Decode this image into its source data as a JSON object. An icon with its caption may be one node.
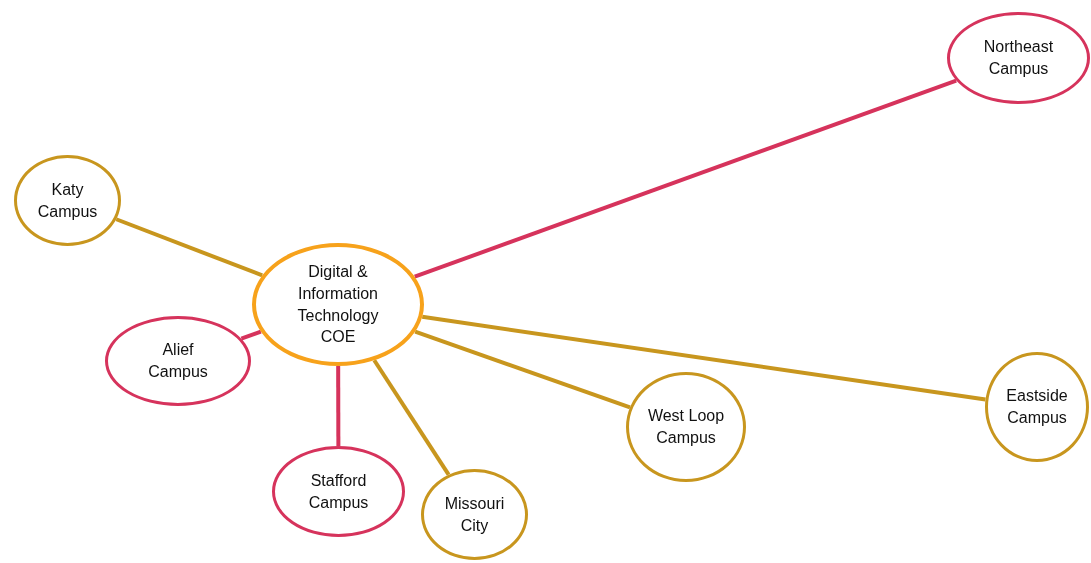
{
  "diagram": {
    "nodes": [
      {
        "text": [
          "Digital & Information Technology COE"
        ]
      },
      {
        "text": [
          "Northeast Campus"
        ]
      },
      {
        "text": [
          "Katy Campus"
        ]
      },
      {
        "text": [
          "Alief Campus"
        ]
      },
      {
        "text": [
          "Stafford Campus"
        ]
      },
      {
        "text": [
          "Missouri City"
        ]
      },
      {
        "text": [
          "West Loop Campus"
        ]
      },
      {
        "text": [
          "Eastside Campus"
        ]
      }
    ],
    "edges": [
      {
        "from": 0,
        "to": 1,
        "arrow": "none",
        "color": "#d6335c"
      },
      {
        "from": 0,
        "to": 2,
        "arrow": "none"
      },
      {
        "from": 0,
        "to": 3,
        "arrow": "none",
        "color": "#d6335c"
      },
      {
        "from": 0,
        "to": 4,
        "arrow": "none",
        "color": "#d6335c"
      },
      {
        "from": 0,
        "to": 5,
        "arrow": "none"
      },
      {
        "from": 0,
        "to": 6,
        "arrow": "none"
      },
      {
        "from": 0,
        "to": 7,
        "arrow": "none"
      }
    ]
  }
}
